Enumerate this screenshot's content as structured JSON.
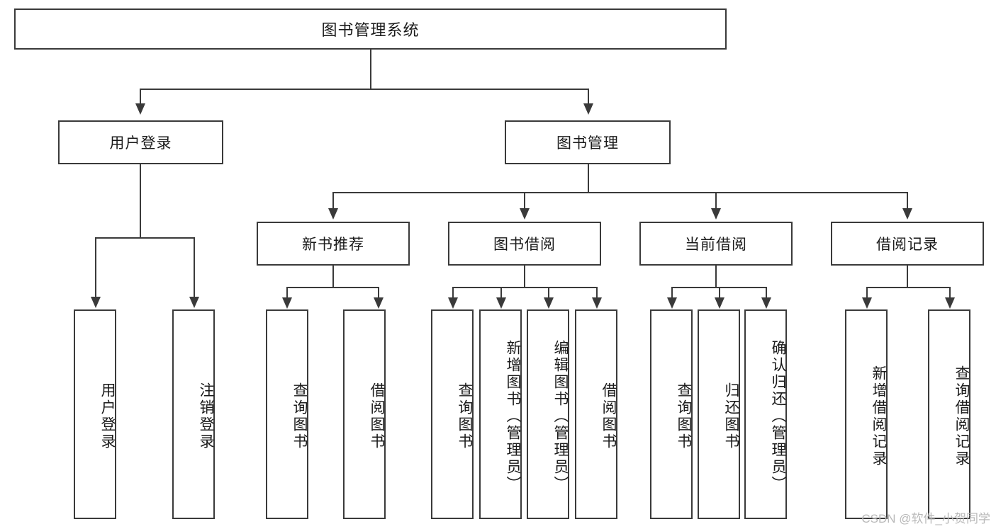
{
  "diagram": {
    "type": "tree-hierarchy",
    "title": "图书管理系统",
    "root": {
      "label": "图书管理系统"
    },
    "level2": [
      {
        "label": "用户登录"
      },
      {
        "label": "图书管理"
      }
    ],
    "level3": [
      {
        "label": "新书推荐"
      },
      {
        "label": "图书借阅"
      },
      {
        "label": "当前借阅"
      },
      {
        "label": "借阅记录"
      }
    ],
    "leaves": {
      "user_login": [
        {
          "label": "用户登录"
        },
        {
          "label": "注销登录"
        }
      ],
      "new_book_recommend": [
        {
          "label": "查询图书"
        },
        {
          "label": "借阅图书"
        }
      ],
      "book_borrow": [
        {
          "label": "查询图书"
        },
        {
          "label": "新增图书（管理员）"
        },
        {
          "label": "编辑图书（管理员）"
        },
        {
          "label": "借阅图书"
        }
      ],
      "current_borrow": [
        {
          "label": "查询图书"
        },
        {
          "label": "归还图书"
        },
        {
          "label": "确认归还（管理员）"
        }
      ],
      "borrow_record": [
        {
          "label": "新增借阅记录"
        },
        {
          "label": "查询借阅记录"
        }
      ]
    },
    "colors": {
      "stroke": "#3a3a3a",
      "fill": "#ffffff",
      "text": "#1a1a1a",
      "watermark": "#b9b9b9"
    }
  },
  "watermark": {
    "text": "CSDN @软件_小贺同学"
  }
}
